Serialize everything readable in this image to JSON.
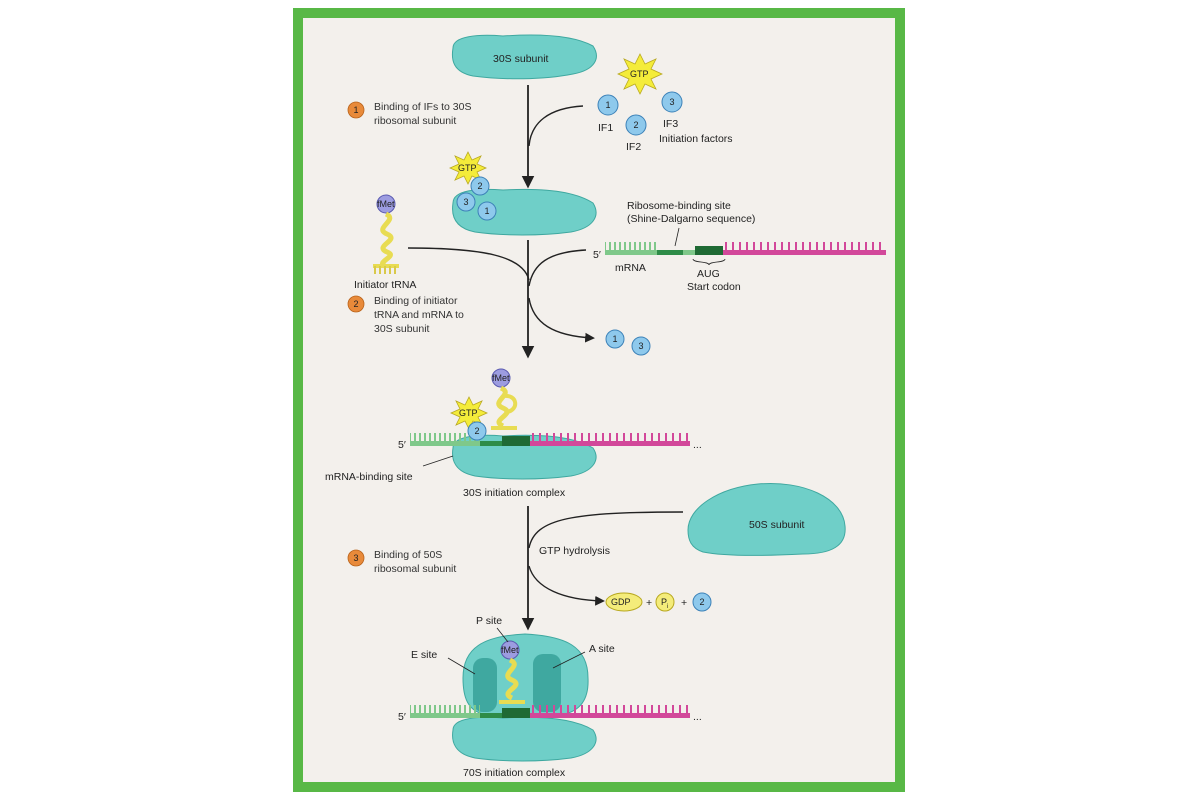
{
  "colors": {
    "frame": "#58b846",
    "panel": "#f3f0ec",
    "ribosome": "#6fcfc8",
    "ribosome_dark": "#3fa8a0",
    "factor": "#8ec9ec",
    "gtp": "#f4ec3a",
    "fmet": "#9c9ce0",
    "trna": "#e8dc52",
    "mrna_5prime": "#7fc88a",
    "mrna_sd": "#2e8c48",
    "mrna_coding": "#d2489a",
    "step_badge": "#e88a3a"
  },
  "labels": {
    "subunit_30s": "30S subunit",
    "gtp": "GTP",
    "if1": "IF1",
    "if2": "IF2",
    "if3": "IF3",
    "initiation_factors": "Initiation factors",
    "fmet": "fMet",
    "initiator_trna": "Initiator tRNA",
    "rbs_line1": "Ribosome-binding site",
    "rbs_line2": "(Shine-Dalgarno sequence)",
    "five_prime": "5′",
    "mrna": "mRNA",
    "aug": "AUG",
    "start_codon": "Start codon",
    "mrna_binding_site": "mRNA-binding site",
    "complex_30s": "30S initiation complex",
    "subunit_50s": "50S subunit",
    "gtp_hydrolysis": "GTP hydrolysis",
    "gdp": "GDP",
    "pi": "P",
    "pi_sub": "i",
    "plus": "+",
    "p_site": "P site",
    "e_site": "E site",
    "a_site": "A site",
    "complex_70s": "70S initiation complex",
    "ellipsis": "..."
  },
  "factor_numbers": {
    "one": "1",
    "two": "2",
    "three": "3"
  },
  "steps": [
    {
      "number": "1",
      "line1": "Binding of IFs to 30S",
      "line2": "ribosomal subunit",
      "line3": ""
    },
    {
      "number": "2",
      "line1": "Binding of initiator",
      "line2": "tRNA and mRNA to",
      "line3": "30S subunit"
    },
    {
      "number": "3",
      "line1": "Binding of 50S",
      "line2": "ribosomal subunit",
      "line3": ""
    }
  ]
}
